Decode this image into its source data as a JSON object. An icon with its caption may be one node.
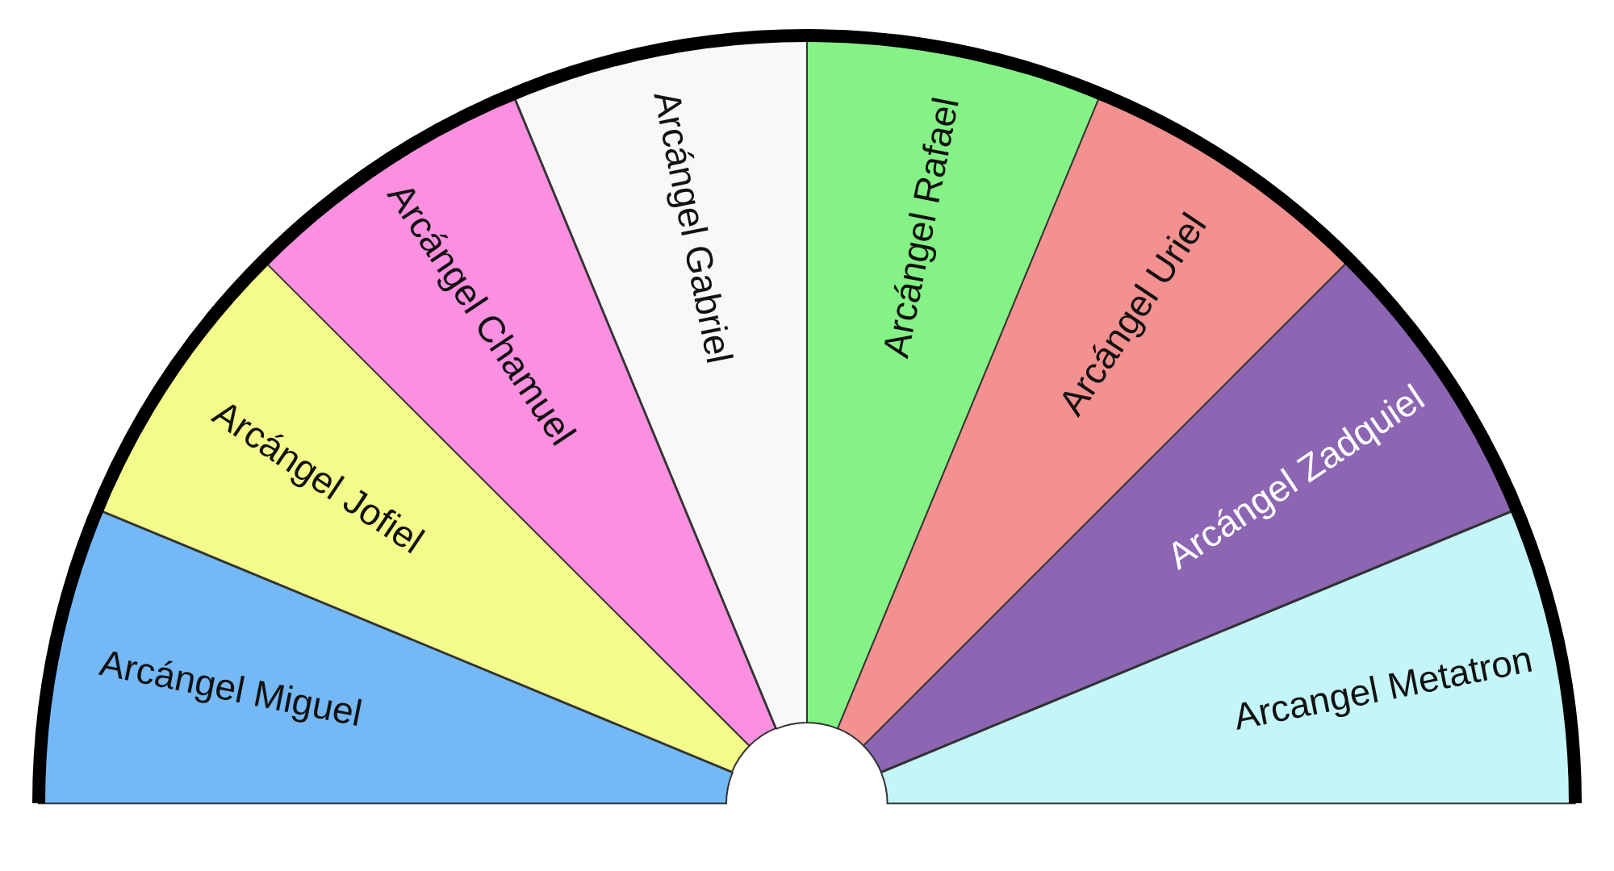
{
  "diagram": {
    "nodes": [
      {
        "text": [
          "Arcángel Miguel"
        ]
      },
      {
        "text": [
          "Arcángel Jofiel"
        ]
      },
      {
        "text": [
          "Arcángel Chamuel"
        ]
      },
      {
        "text": [
          "Arcángel Gabriel"
        ]
      },
      {
        "text": [
          "Arcángel Rafael"
        ]
      },
      {
        "text": [
          "Arcángel Uriel"
        ]
      },
      {
        "text": [
          "Arcángel Zadquiel"
        ]
      },
      {
        "text": [
          "Arcangel Metatron"
        ]
      }
    ]
  }
}
